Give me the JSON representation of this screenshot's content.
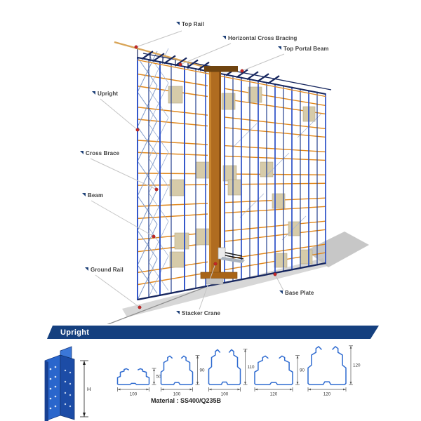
{
  "diagram": {
    "labels": [
      "Top Rail",
      "Horizontal Cross Bracing",
      "Top Portal Beam",
      "Upright",
      "Cross Brace",
      "Beam",
      "Ground Rail",
      "Base Plate",
      "Stacker Crane"
    ]
  },
  "upright_section": {
    "title": "Upright",
    "h_label": "H",
    "material": "Material : SS400/Q235B",
    "profiles": [
      {
        "width": 100,
        "height": 50
      },
      {
        "width": 100,
        "height": 90
      },
      {
        "width": 100,
        "height": 110
      },
      {
        "width": 120,
        "height": 90
      },
      {
        "width": 120,
        "height": 120
      }
    ]
  },
  "colors": {
    "rack_blue": "#2b50c8",
    "rack_navy": "#24408f",
    "beam_orange": "#e0871c",
    "brace_dark": "#16265e",
    "mast_brown": "#b06c20",
    "box_tan": "#d6cba9",
    "floor_gray": "#c9c9c9",
    "marker_red": "#c62828",
    "banner_blue": "#15407f",
    "leader_gray": "#c4c4c4",
    "profile_blue": "#2f6bd0",
    "rail_tan": "#d9a558"
  }
}
